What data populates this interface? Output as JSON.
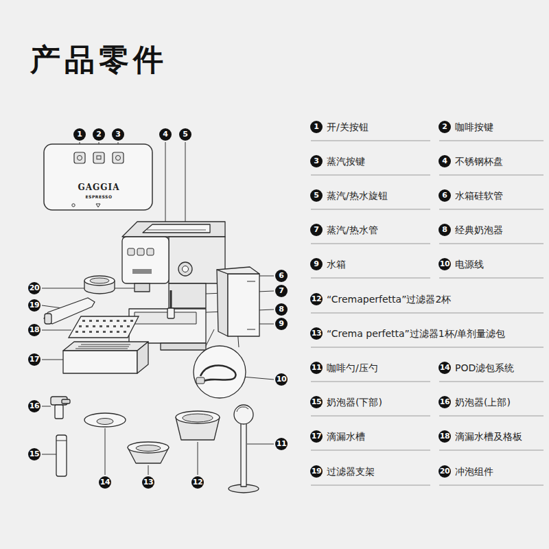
{
  "diagram": {
    "title": "产品零件",
    "labels": [
      "GAGGIA",
      "ESPRESSO",
      "1",
      "2",
      "3",
      "4",
      "5",
      "6",
      "7",
      "8",
      "9",
      "10",
      "11",
      "12",
      "13",
      "14",
      "15",
      "16",
      "17",
      "18",
      "19",
      "20",
      "1",
      "开/关按钮",
      "2",
      "咖啡按键",
      "3",
      "蒸汽按键",
      "4",
      "不锈钢杯盘",
      "5",
      "蒸汽/热水旋钮",
      "6",
      "水箱硅软管",
      "7",
      "蒸汽/热水管",
      "8",
      "经典奶泡器",
      "9",
      "水箱",
      "10",
      "电源线",
      "12",
      "“Cremaperfetta”过滤器2杯",
      "13",
      "“Crema perfetta”过滤器1杯/单剂量滤包",
      "11",
      "咖啡勺/压勺",
      "14",
      "POD滤包系统",
      "15",
      "奶泡器(下部)",
      "16",
      "奶泡器(上部)",
      "17",
      "滴漏水槽",
      "18",
      "滴漏水槽及格板",
      "19",
      "过滤器支架",
      "20",
      "冲泡组件"
    ]
  }
}
